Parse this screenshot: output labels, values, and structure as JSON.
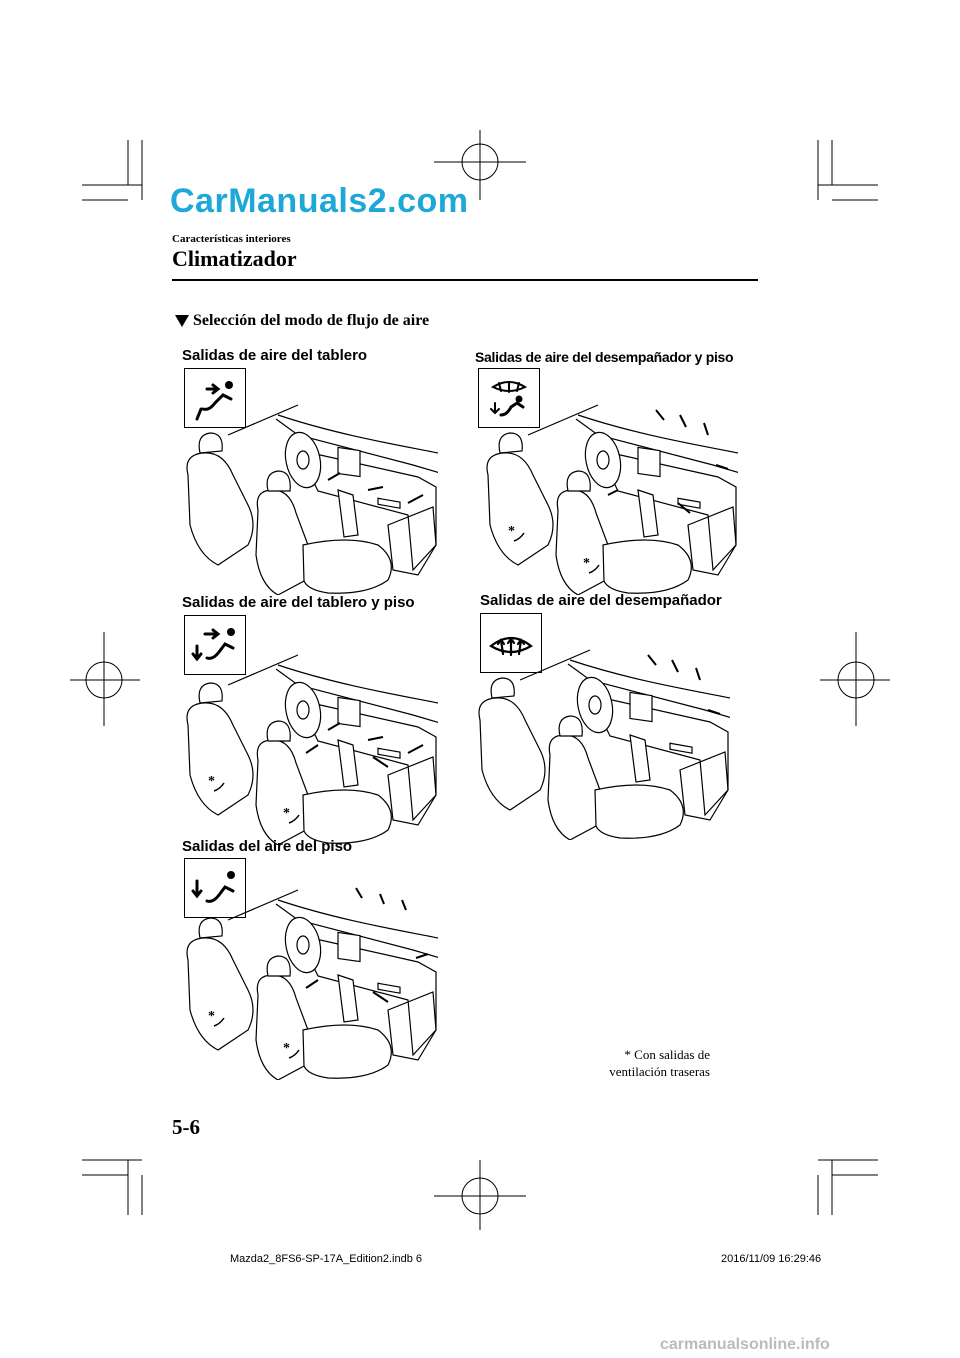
{
  "watermark": "CarManuals2.com",
  "header": {
    "section_label": "Características interiores",
    "title": "Climatizador"
  },
  "subheading": "Selección del modo de flujo de aire",
  "panels": [
    {
      "title": "Salidas de aire del tablero",
      "icon": "dashboard-vent-icon",
      "rear_vent_markers": false
    },
    {
      "title": "Salidas de aire del desempañador y piso",
      "icon": "defroster-floor-icon",
      "rear_vent_markers": true
    },
    {
      "title": "Salidas de aire del tablero y piso",
      "icon": "dashboard-floor-icon",
      "rear_vent_markers": true
    },
    {
      "title": "Salidas de aire del desempañador",
      "icon": "defroster-icon",
      "rear_vent_markers": false
    },
    {
      "title": "Salidas del aire del piso",
      "icon": "floor-vent-icon",
      "rear_vent_markers": true
    }
  ],
  "marker": "*",
  "footnote": {
    "line1": "* Con salidas de",
    "line2": "ventilación traseras"
  },
  "page_number": "5-6",
  "footer": {
    "file": "Mazda2_8FS6-SP-17A_Edition2.indb   6",
    "date": "2016/11/09   16:29:46"
  },
  "site_footer": "carmanualsonline.info"
}
